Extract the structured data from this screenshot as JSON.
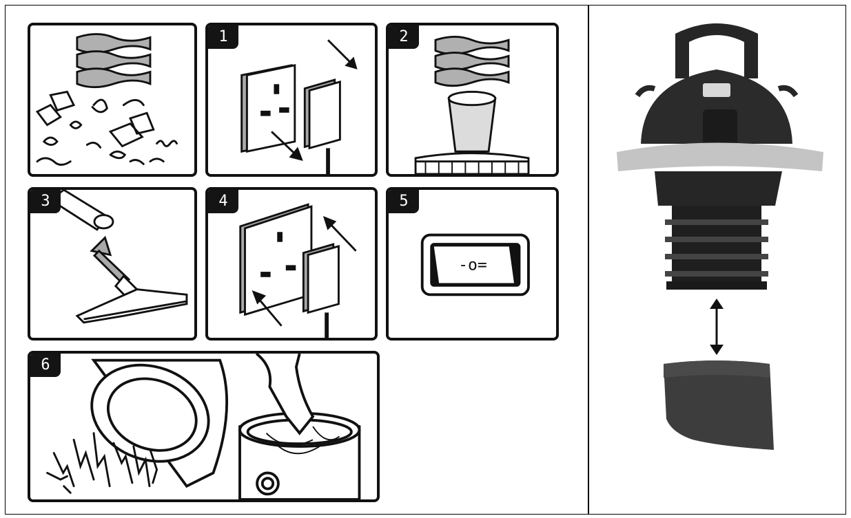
{
  "steps": [
    {
      "id": "intro",
      "number": ""
    },
    {
      "id": "step1",
      "number": "1"
    },
    {
      "id": "step2",
      "number": "2"
    },
    {
      "id": "step3",
      "number": "3"
    },
    {
      "id": "step4",
      "number": "4"
    },
    {
      "id": "step5",
      "number": "5"
    },
    {
      "id": "step6",
      "number": "6"
    }
  ],
  "switch": {
    "label": "-o="
  },
  "icons": {
    "intro": "debris-and-filter-icon",
    "step1": "unplug-icon",
    "step2": "remove-filter-icon",
    "step3": "attach-nozzle-icon",
    "step4": "plug-in-icon",
    "step5": "power-switch-icon",
    "step6": "empty-tank-icon"
  },
  "colors": {
    "ink": "#111111",
    "filter_grey": "#a9a9a9",
    "product_body": "#262626",
    "product_rim": "#c4c4c4",
    "sponge": "#3d3d3d"
  }
}
